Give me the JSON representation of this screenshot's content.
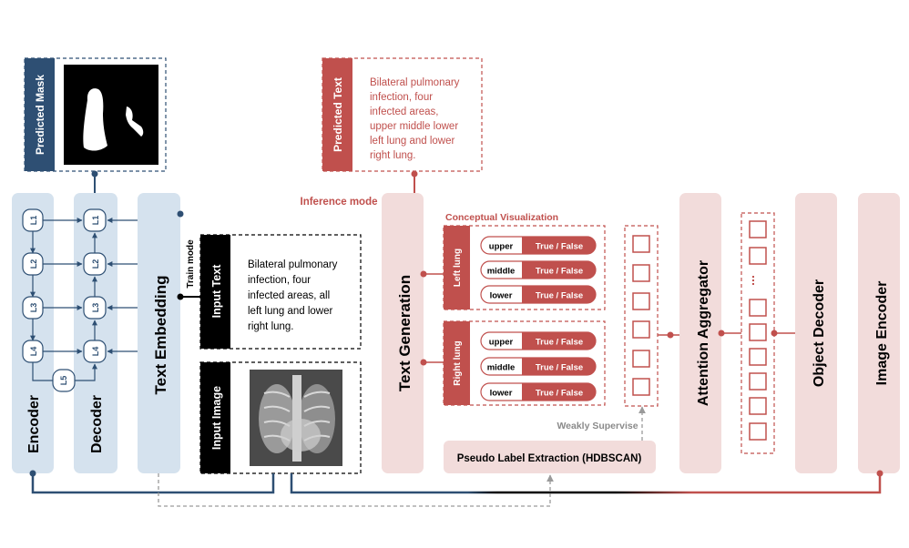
{
  "predicted_mask": {
    "label": "Predicted Mask"
  },
  "predicted_text": {
    "label": "Predicted Text",
    "lines": [
      "Bilateral pulmonary",
      "infection, four",
      "infected areas,",
      "upper middle lower",
      "left lung and lower",
      "right lung."
    ]
  },
  "inference_mode": "Inference mode",
  "train_mode": "Train mode",
  "encoder": {
    "label": "Encoder",
    "layers": [
      "L1",
      "L2",
      "L3",
      "L4"
    ]
  },
  "bottleneck": "L5",
  "decoder": {
    "label": "Decoder",
    "layers": [
      "L1",
      "L2",
      "L3",
      "L4"
    ]
  },
  "text_embedding": "Text Embedding",
  "input_text": {
    "label": "Input Text",
    "lines": [
      "Bilateral pulmonary",
      "infection, four",
      "infected areas, all",
      "left lung and lower",
      "right lung."
    ]
  },
  "input_image": {
    "label": "Input Image"
  },
  "text_generation": "Text Generation",
  "conceptual_visualization": "Conceptual Visualization",
  "left_lung": {
    "label": "Left lung",
    "rows": [
      {
        "region": "upper",
        "value": "True / False"
      },
      {
        "region": "middle",
        "value": "True / False"
      },
      {
        "region": "lower",
        "value": "True / False"
      }
    ]
  },
  "right_lung": {
    "label": "Right lung",
    "rows": [
      {
        "region": "upper",
        "value": "True / False"
      },
      {
        "region": "middle",
        "value": "True / False"
      },
      {
        "region": "lower",
        "value": "True / False"
      }
    ]
  },
  "weakly_supervise": "Weakly Supervise",
  "pseudo_label": "Pseudo Label Extraction (HDBSCAN)",
  "attention_aggregator": "Attention Aggregator",
  "ellipsis": "...",
  "object_decoder": "Object Decoder",
  "image_encoder": "Image Encoder",
  "colors": {
    "blue_dark": "#2e4f73",
    "blue_light": "#d5e2ee",
    "red": "#c0504d",
    "red_light": "#f2dcdb",
    "black": "#000000"
  }
}
